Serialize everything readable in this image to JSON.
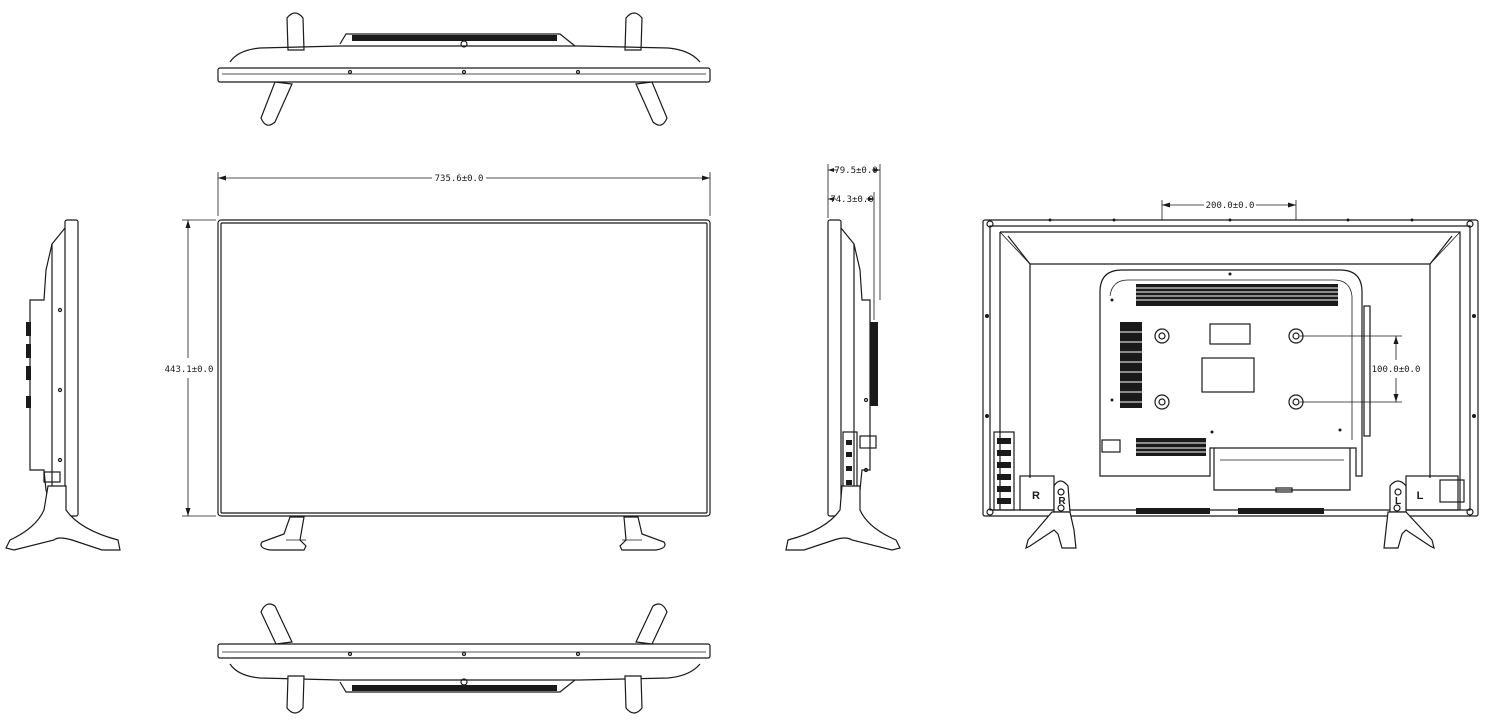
{
  "dimensions": {
    "width": "735.6±0.0",
    "height": "443.1±0.0",
    "depth_total": "79.5±0.0",
    "depth_body": "74.3±0.0",
    "vesa_horizontal": "200.0±0.0",
    "vesa_vertical": "100.0±0.0"
  },
  "stand_labels": {
    "left_outer": "R",
    "left_inner": "R",
    "right_inner": "L",
    "right_outer": "L"
  }
}
